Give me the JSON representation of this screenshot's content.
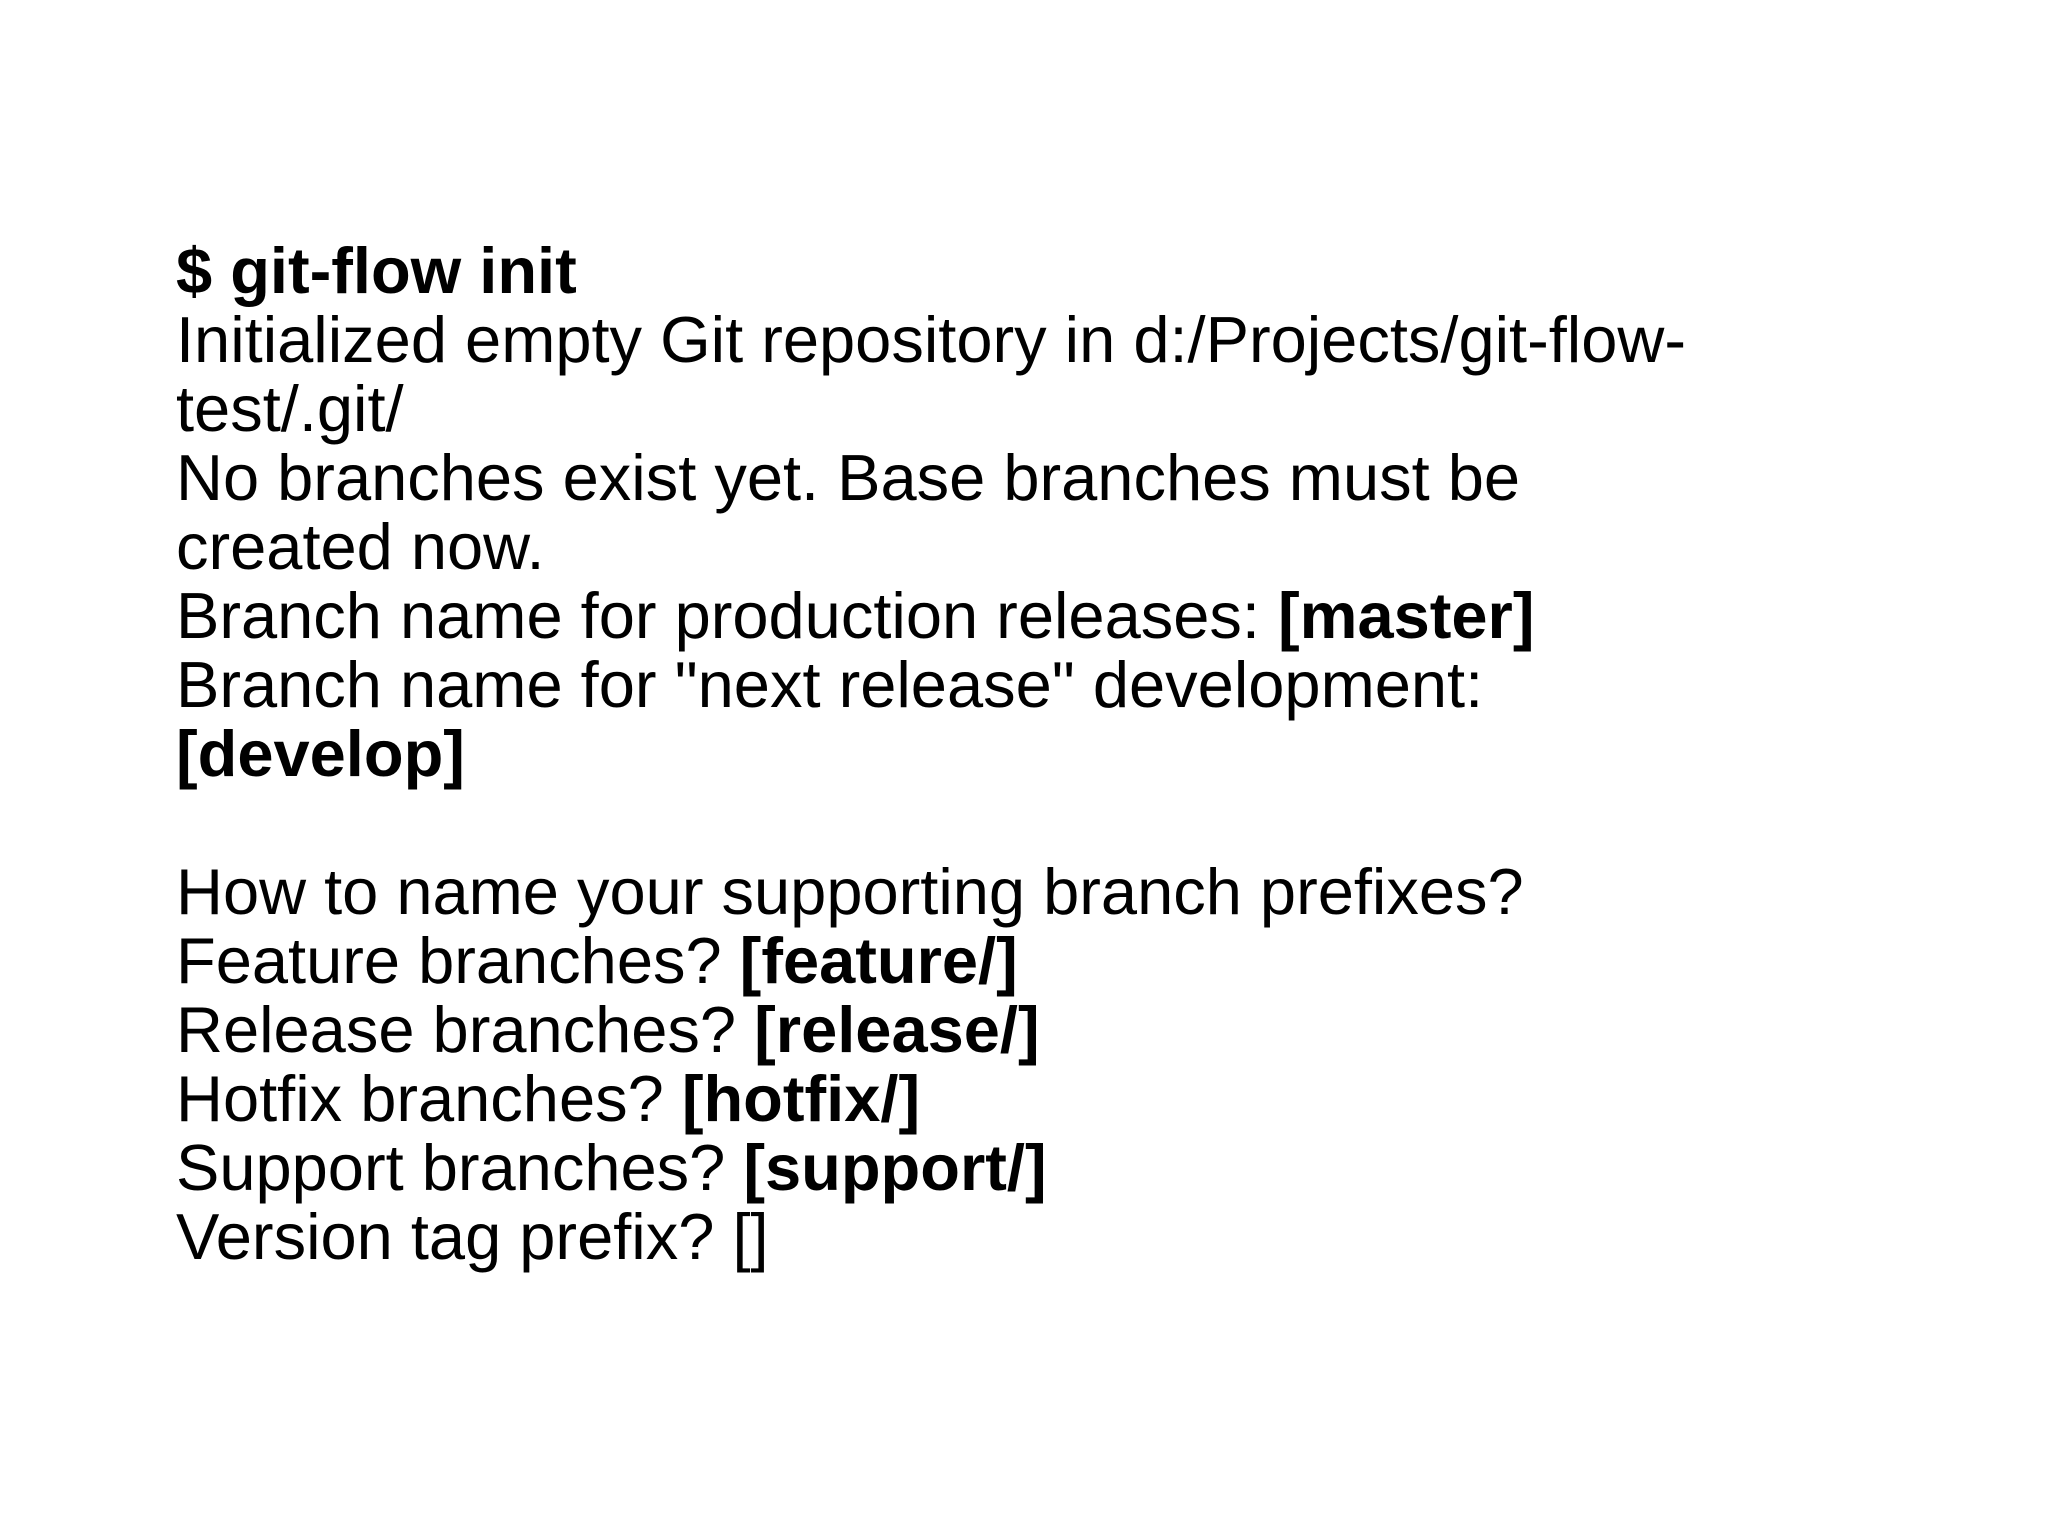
{
  "command": "$ git-flow init",
  "init_line_1": "Initialized empty Git repository in d:/Projects/git-flow-",
  "init_line_2": "test/.git/",
  "no_branches_line_1": "No branches exist yet. Base branches must be",
  "no_branches_line_2": "created now.",
  "production": {
    "prompt": "Branch name for production releases: ",
    "default": "[master]"
  },
  "next_release": {
    "prompt": "Branch name for \"next release\" development:",
    "default": "[develop]"
  },
  "prefix_question": "How to name your supporting branch prefixes?",
  "feature": {
    "prompt": "Feature branches? ",
    "default": "[feature/]"
  },
  "release": {
    "prompt": "Release branches? ",
    "default": "[release/]"
  },
  "hotfix": {
    "prompt": "Hotfix branches? ",
    "default": "[hotfix/]"
  },
  "support": {
    "prompt": "Support branches? ",
    "default": "[support/]"
  },
  "version_tag": {
    "prompt": "Version tag prefix? ",
    "default": "[]"
  }
}
